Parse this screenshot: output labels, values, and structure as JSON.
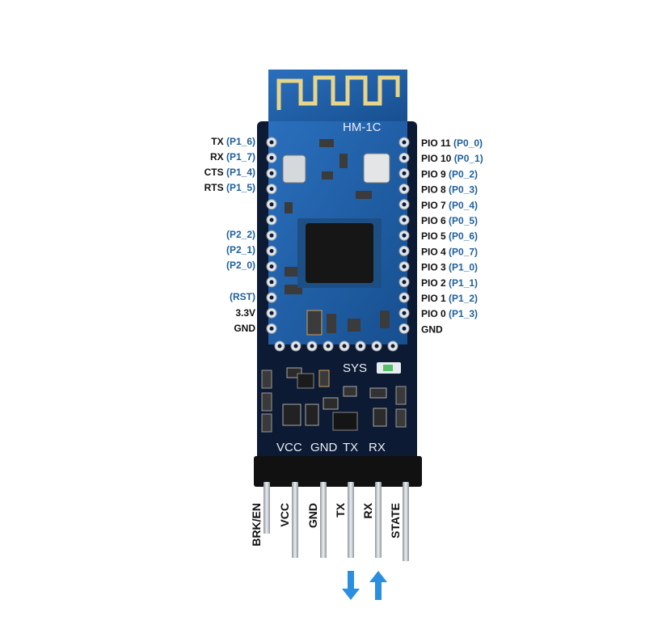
{
  "module": {
    "model_marking": "HM-1C",
    "led_label": "SYS",
    "header_silkscreen": [
      "VCC",
      "GND",
      "TX",
      "RX"
    ]
  },
  "left_pins": [
    {
      "name": "TX",
      "port": "(P1_6)"
    },
    {
      "name": "RX",
      "port": "(P1_7)"
    },
    {
      "name": "CTS",
      "port": "(P1_4)"
    },
    {
      "name": "RTS",
      "port": "(P1_5)"
    },
    {
      "name": "",
      "port": "(P2_2)"
    },
    {
      "name": "",
      "port": "(P2_1)"
    },
    {
      "name": "",
      "port": "(P2_0)"
    },
    {
      "name": "",
      "port": "(RST)"
    },
    {
      "name": "3.3V",
      "port": ""
    },
    {
      "name": "GND",
      "port": ""
    }
  ],
  "right_pins": [
    {
      "name": "PIO 11",
      "port": "(P0_0)"
    },
    {
      "name": "PIO 10",
      "port": "(P0_1)"
    },
    {
      "name": "PIO 9",
      "port": "(P0_2)"
    },
    {
      "name": "PIO 8",
      "port": "(P0_3)"
    },
    {
      "name": "PIO 7",
      "port": "(P0_4)"
    },
    {
      "name": "PIO 6",
      "port": "(P0_5)"
    },
    {
      "name": "PIO 5",
      "port": "(P0_6)"
    },
    {
      "name": "PIO 4",
      "port": "(P0_7)"
    },
    {
      "name": "PIO 3",
      "port": "(P1_0)"
    },
    {
      "name": "PIO 2",
      "port": "(P1_1)"
    },
    {
      "name": "PIO 1",
      "port": "(P1_2)"
    },
    {
      "name": "PIO 0",
      "port": "(P1_3)"
    },
    {
      "name": "GND",
      "port": ""
    }
  ],
  "header_pins": [
    "BRK/EN",
    "VCC",
    "GND",
    "TX",
    "RX",
    "STATE"
  ],
  "signal_arrows": [
    {
      "pin": "TX",
      "direction": "down",
      "color": "#2a8fe0"
    },
    {
      "pin": "RX",
      "direction": "up",
      "color": "#2a8fe0"
    }
  ],
  "colors": {
    "board_dark": "#0d1a33",
    "module_blue": "#1d5fa8",
    "port_text": "#1f5f9e",
    "arrow": "#2a8fe0"
  }
}
